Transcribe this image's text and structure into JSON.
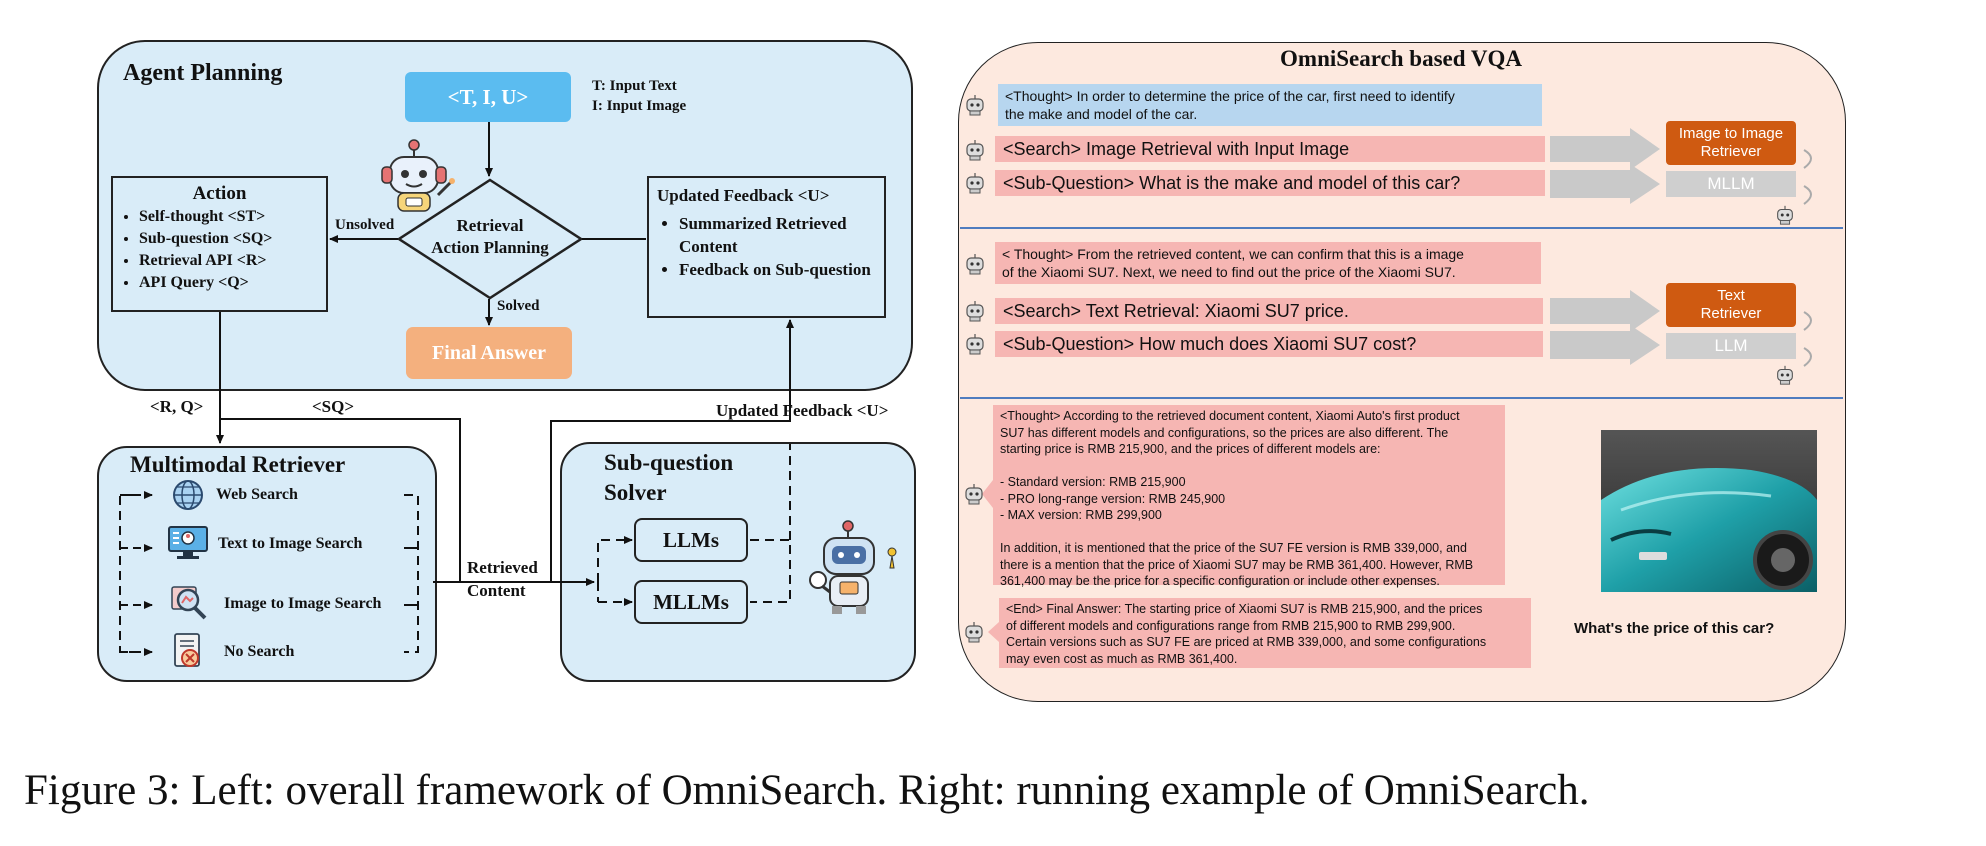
{
  "left": {
    "agent_planning": {
      "title": "Agent Planning",
      "input_box": "<T, I, U>",
      "legend_t": "T: Input Text",
      "legend_i": "I: Input Image",
      "decision": {
        "line1": "Retrieval",
        "line2": "Action Planning"
      },
      "unsolved_label": "Unsolved",
      "solved_label": "Solved",
      "final_answer": "Final Answer",
      "action": {
        "title": "Action",
        "items": [
          "Self-thought <ST>",
          "Sub-question <SQ>",
          "Retrieval API <R>",
          "API Query <Q>"
        ]
      },
      "feedback": {
        "title": "Updated Feedback <U>",
        "items": [
          "Summarized Retrieved Content",
          "Feedback on Sub-question"
        ]
      }
    },
    "connectors": {
      "rq_label": "<R, Q>",
      "sq_label": "<SQ>",
      "updated_feedback_label": "Updated Feedback <U>",
      "retrieved_label_1": "Retrieved",
      "retrieved_label_2": "Content"
    },
    "retriever": {
      "title": "Multimodal Retriever",
      "items": [
        "Web Search",
        "Text to Image Search",
        "Image to Image Search",
        "No Search"
      ]
    },
    "solver": {
      "title_1": "Sub-question",
      "title_2": "Solver",
      "llm": "LLMs",
      "mllm": "MLLMs"
    }
  },
  "right": {
    "title": "OmniSearch based VQA",
    "section1": {
      "thought": "<Thought> In order to determine the  price of the car,  first need to identify\nthe make and model of the car.",
      "search": "<Search> Image Retrieval  with Input Image",
      "subq": "<Sub-Question> What is the make and model of this car?",
      "tool1": "Image to Image\nRetriever",
      "tool2": "MLLM"
    },
    "section2": {
      "thought": "< Thought> From the retrieved content, we can confirm that this is a    image\nof the Xiaomi SU7. Next, we need to find out the   price of the Xiaomi SU7.",
      "search": "<Search> Text Retrieval: Xiaomi SU7 price.",
      "subq": "<Sub-Question> How much does Xiaomi SU7 cost?",
      "tool1": "Text\nRetriever",
      "tool2": "LLM"
    },
    "section3": {
      "thought": "<Thought> According to the retrieved document content, Xiaomi Auto's first product\nSU7 has different models and configurations, so the prices are also different. The\nstarting price is RMB 215,900, and the prices of different models are:\n\n- Standard version: RMB 215,900\n- PRO long-range version: RMB 245,900\n- MAX version: RMB 299,900\n\nIn addition, it is mentioned that the price of the SU7 FE version is RMB 339,000, and\nthere is a mention that the price of Xiaomi SU7 may be RMB 361,400. However, RMB\n361,400 may be the price for a specific configuration or include other expenses.",
      "end": "<End> Final Answer: The starting price of Xiaomi SU7 is RMB 215,900, and the prices\nof different models and configurations range from RMB 215,900 to RMB 299,900.\nCertain versions such as SU7 FE are priced at RMB 339,000, and some configurations\nmay even cost as much as RMB 361,400.",
      "question": "What's the price of this car?"
    }
  },
  "caption": "Figure 3: Left: overall framework of OmniSearch. Right: running example of OmniSearch.",
  "colors": {
    "panel_blue": "#d9ecf8",
    "input_blue": "#5bbcf0",
    "final_orange": "#f4b07e",
    "right_bg": "#fde9df",
    "bar_pink": "#f6b6b3",
    "thought_blue": "#b7d6ef",
    "tool_orange": "#cf5a11",
    "tool_grey": "#cfcfcf",
    "divider": "#4f7cbf",
    "car_teal": "#1fa0a8"
  }
}
